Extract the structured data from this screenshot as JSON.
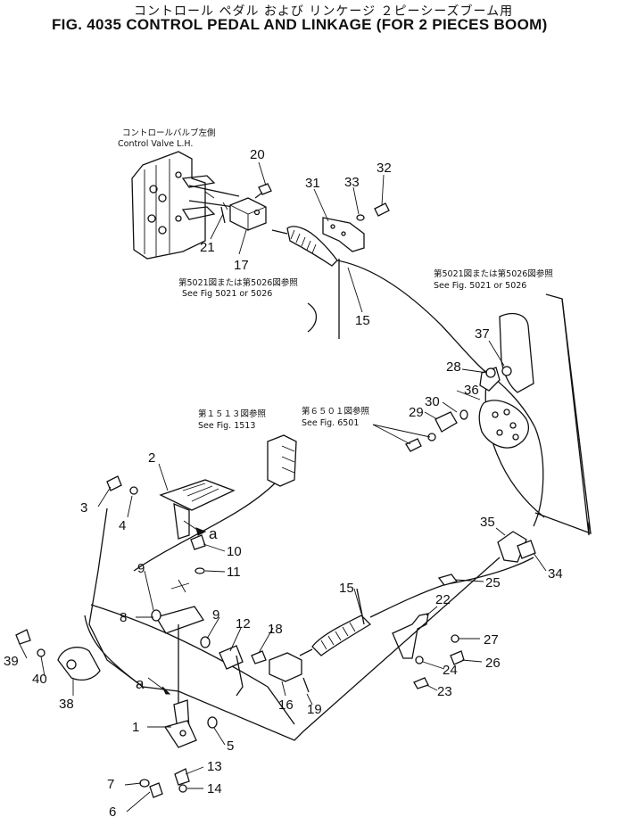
{
  "title": {
    "japanese": "コントロール ペダル および リンケージ ２ピーシーズブーム用",
    "english": "FIG. 4035  CONTROL PEDAL AND LINKAGE (FOR 2 PIECES BOOM)"
  },
  "references": {
    "control_valve_jp": "コントロールバルブ左側",
    "control_valve_en": "Control Valve L.H.",
    "ref1_jp": "第5021図または第5026図参照",
    "ref1_en": "See Fig 5021 or 5026",
    "ref2_jp": "第5021図または第5026図参照",
    "ref2_en": "See Fig. 5021 or 5026",
    "ref3_jp": "第１５１３図参照",
    "ref3_en": "See Fig. 1513",
    "ref4_jp": "第６５０１図参照",
    "ref4_en": "See Fig. 6501"
  },
  "section_marks": {
    "a_upper": "a",
    "a_lower": "a"
  },
  "parts": {
    "p1": "1",
    "p2": "2",
    "p3": "3",
    "p4": "4",
    "p5": "5",
    "p6": "6",
    "p7": "7",
    "p8": "8",
    "p9a": "9",
    "p9b": "9",
    "p10": "10",
    "p11": "11",
    "p12": "12",
    "p13": "13",
    "p14": "14",
    "p15a": "15",
    "p15b": "15",
    "p16": "16",
    "p17": "17",
    "p18": "18",
    "p19": "19",
    "p20": "20",
    "p21": "21",
    "p22": "22",
    "p23": "23",
    "p24": "24",
    "p25": "25",
    "p26": "26",
    "p27": "27",
    "p28": "28",
    "p29": "29",
    "p30": "30",
    "p31": "31",
    "p32": "32",
    "p33": "33",
    "p34": "34",
    "p35": "35",
    "p36": "36",
    "p37": "37",
    "p38": "38",
    "p39": "39",
    "p40": "40"
  }
}
